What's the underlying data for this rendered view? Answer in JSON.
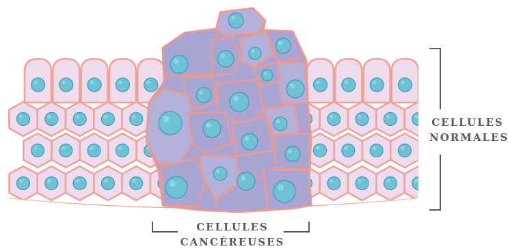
{
  "labels": {
    "normal_cells": [
      "CELLULES",
      "NORMALES"
    ],
    "cancer_cells": [
      "CELLULES",
      "CANCÉREUSES"
    ]
  },
  "colors": {
    "normal_fill": "#eedcee",
    "normal_outline": "#f0a195",
    "nucleus_fill": "#6fc2d6",
    "nucleus_outline": "#3f9ab8",
    "cancer_fill": "#a8a5d3",
    "cancer_fill_light": "#b3b0da",
    "cancer_outline": "#ec9a91",
    "label_color": "#555a60"
  }
}
